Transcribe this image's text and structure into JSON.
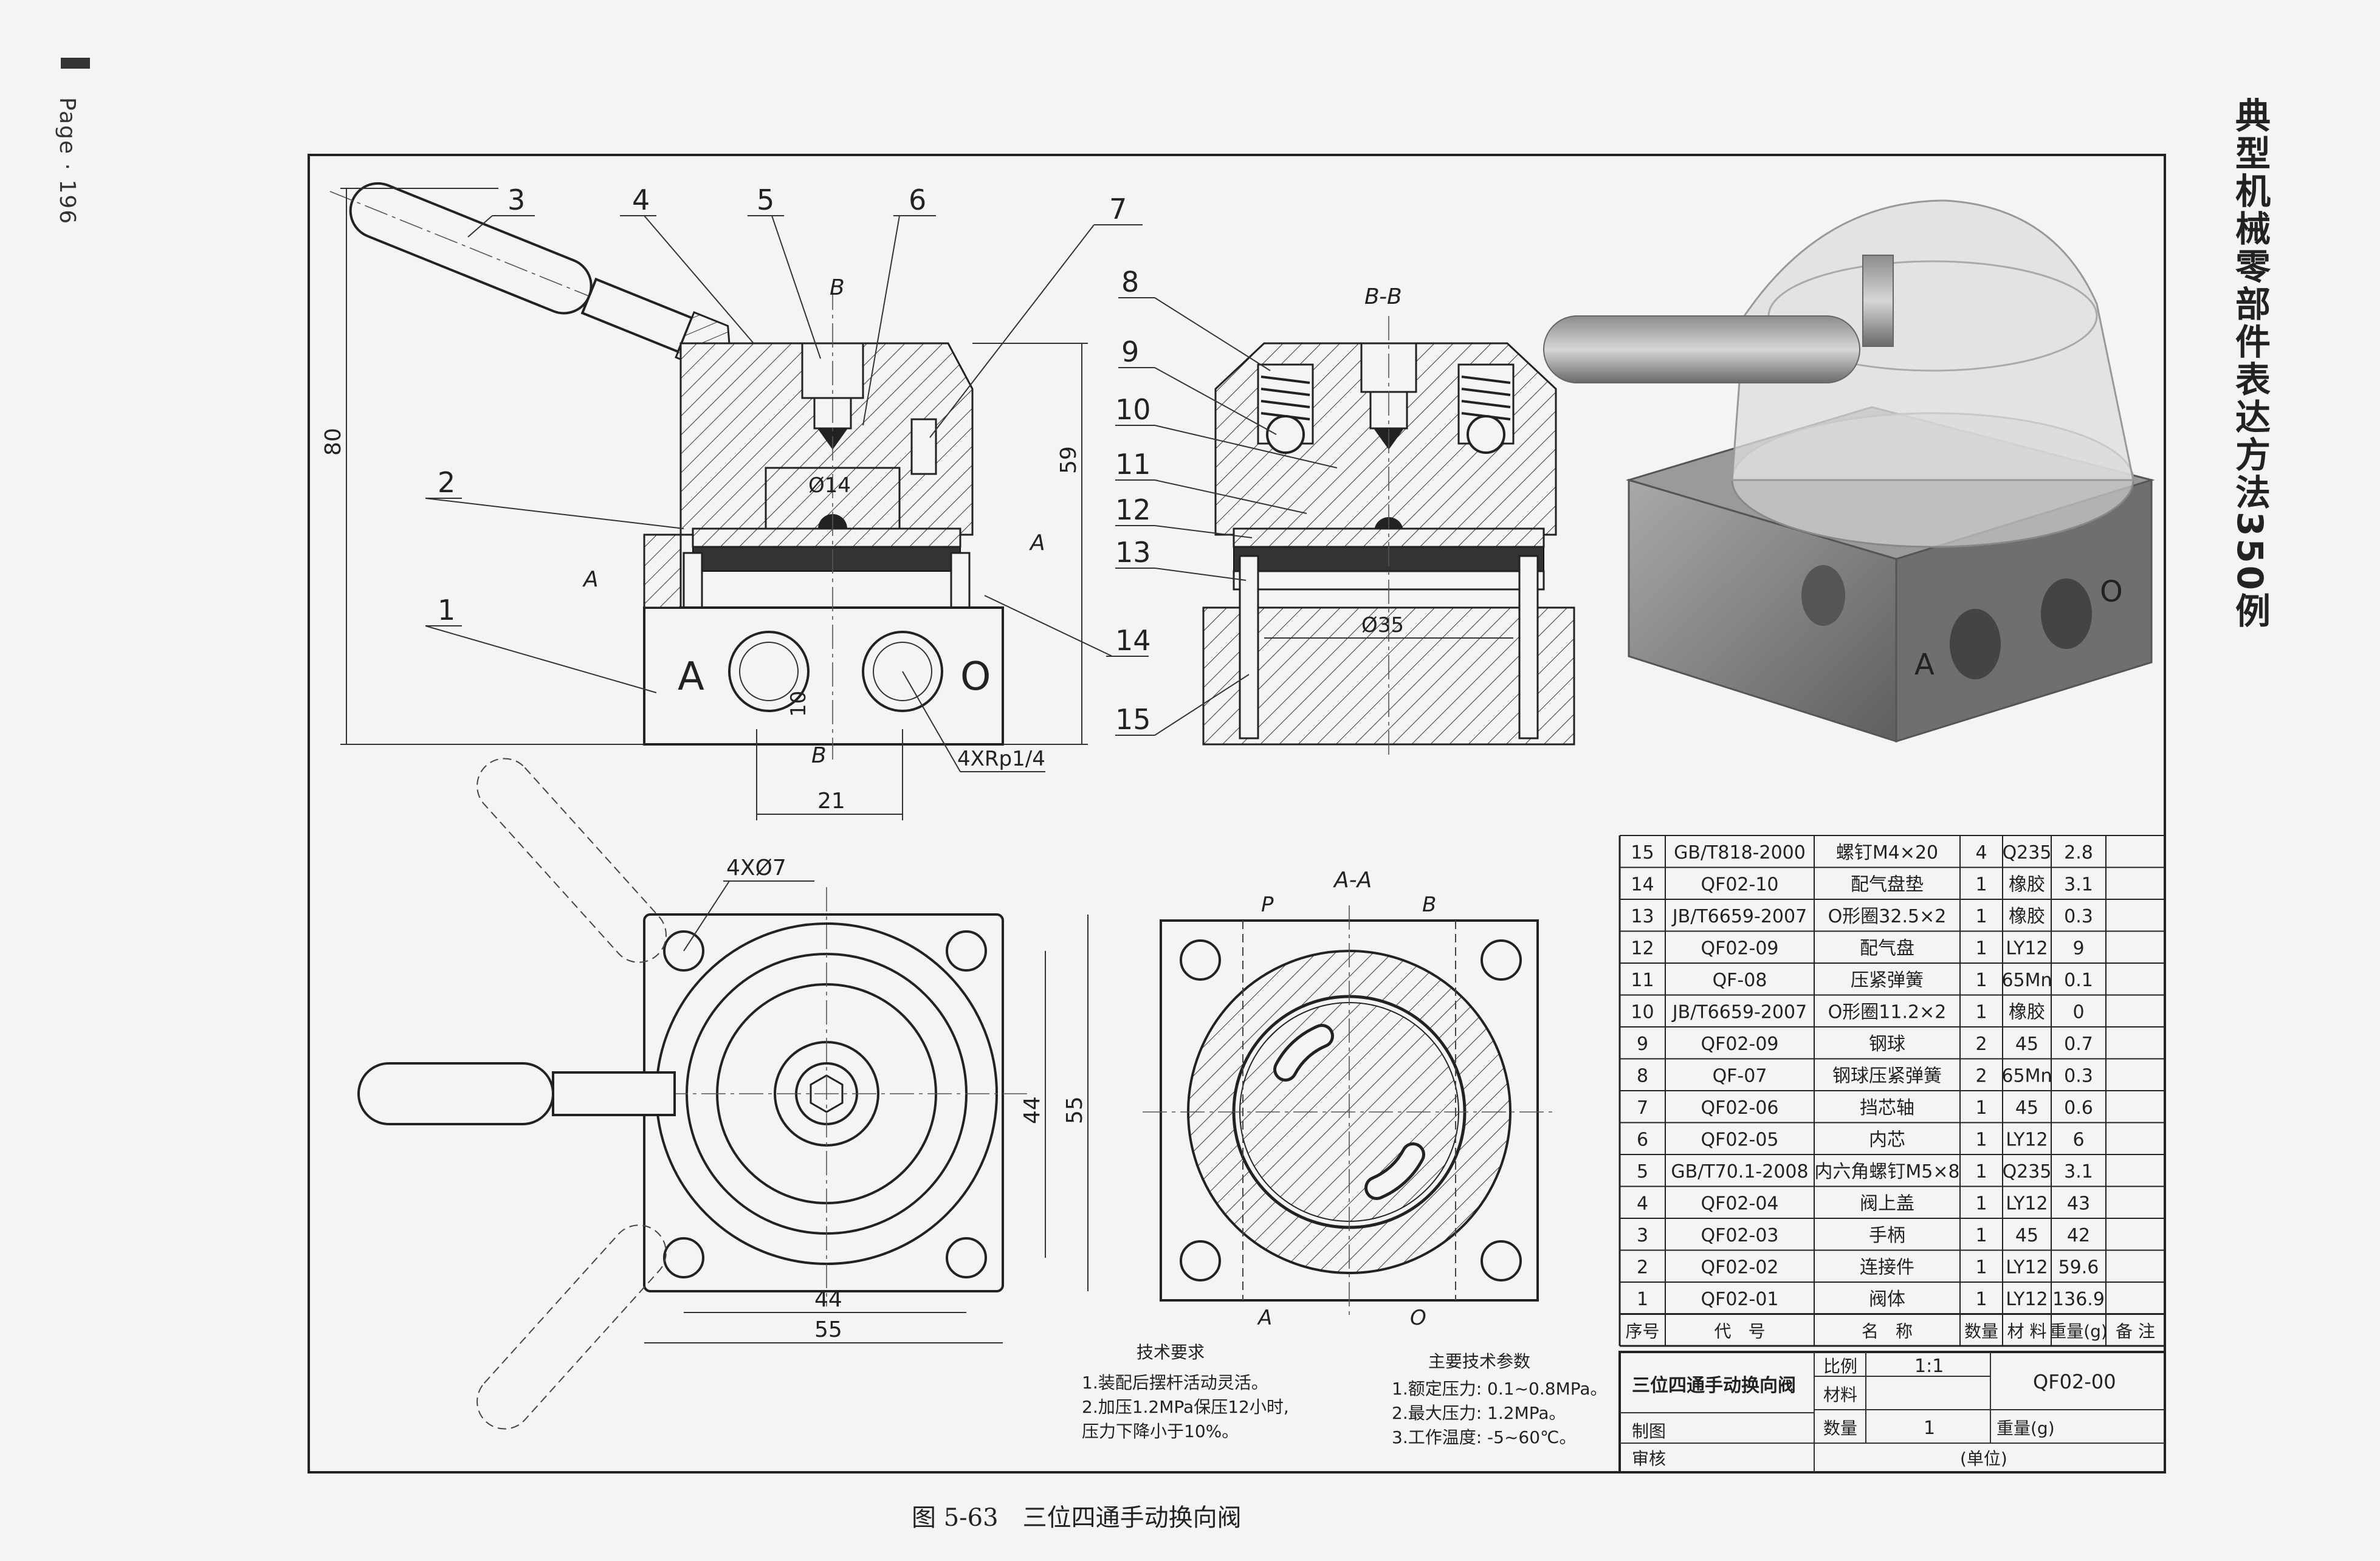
{
  "page": {
    "label": "Page · 196"
  },
  "book_title": "典型机械零部件表达方法350例",
  "figure_caption": "图 5-63　三位四通手动换向阀",
  "views": {
    "front": {
      "callouts": [
        "1",
        "2",
        "3",
        "4",
        "5",
        "6",
        "7"
      ],
      "section_mark": "B",
      "section_mark_a": "A",
      "port_a": "A",
      "port_o": "O",
      "dim_overall_height": "80",
      "dim_body_height": "59",
      "dim_bore": "Ø14",
      "dim_port_offset": "10",
      "dim_port_spacing": "21",
      "thread_note": "4XRp1/4"
    },
    "section_bb": {
      "title": "B-B",
      "callouts": [
        "8",
        "9",
        "10",
        "11",
        "12",
        "13",
        "14",
        "15"
      ],
      "dim_bore": "Ø35"
    },
    "top": {
      "hole_note": "4XØ7",
      "dim_44_h": "44",
      "dim_55_h": "55",
      "dim_44_v": "44",
      "dim_55_v": "55"
    },
    "section_aa": {
      "title": "A-A",
      "port_p": "P",
      "port_b": "B",
      "port_a": "A",
      "port_o": "O"
    }
  },
  "iso_view": {
    "port_label_a": "A",
    "port_label_o": "O"
  },
  "tech_requirements": {
    "title": "技术要求",
    "lines": [
      "1.装配后摆杆活动灵活。",
      "2.加压1.2MPa保压12小时,",
      "   压力下降小于10%。"
    ]
  },
  "tech_params": {
    "title": "主要技术参数",
    "lines": [
      "1.额定压力: 0.1~0.8MPa。",
      "2.最大压力: 1.2MPa。",
      "3.工作温度: -5~60℃。"
    ]
  },
  "bom": {
    "headers": [
      "序号",
      "代　号",
      "名　称",
      "数量",
      "材 料",
      "重量(g)",
      "备 注"
    ],
    "rows": [
      [
        "15",
        "GB/T818-2000",
        "螺钉M4×20",
        "4",
        "Q235",
        "2.8",
        ""
      ],
      [
        "14",
        "QF02-10",
        "配气盘垫",
        "1",
        "橡胶",
        "3.1",
        ""
      ],
      [
        "13",
        "JB/T6659-2007",
        "O形圈32.5×2",
        "1",
        "橡胶",
        "0.3",
        ""
      ],
      [
        "12",
        "QF02-09",
        "配气盘",
        "1",
        "LY12",
        "9",
        ""
      ],
      [
        "11",
        "QF-08",
        "压紧弹簧",
        "1",
        "65Mn",
        "0.1",
        ""
      ],
      [
        "10",
        "JB/T6659-2007",
        "O形圈11.2×2",
        "1",
        "橡胶",
        "0",
        ""
      ],
      [
        "9",
        "QF02-09",
        "钢球",
        "2",
        "45",
        "0.7",
        ""
      ],
      [
        "8",
        "QF-07",
        "钢球压紧弹簧",
        "2",
        "65Mn",
        "0.3",
        ""
      ],
      [
        "7",
        "QF02-06",
        "挡芯轴",
        "1",
        "45",
        "0.6",
        ""
      ],
      [
        "6",
        "QF02-05",
        "内芯",
        "1",
        "LY12",
        "6",
        ""
      ],
      [
        "5",
        "GB/T70.1-2008",
        "内六角螺钉M5×8",
        "1",
        "Q235",
        "3.1",
        ""
      ],
      [
        "4",
        "QF02-04",
        "阀上盖",
        "1",
        "LY12",
        "43",
        ""
      ],
      [
        "3",
        "QF02-03",
        "手柄",
        "1",
        "45",
        "42",
        ""
      ],
      [
        "2",
        "QF02-02",
        "连接件",
        "1",
        "LY12",
        "59.6",
        ""
      ],
      [
        "1",
        "QF02-01",
        "阀体",
        "1",
        "LY12",
        "136.9",
        ""
      ]
    ]
  },
  "title_block": {
    "name": "三位四通手动换向阀",
    "scale_label": "比例",
    "scale_value": "1:1",
    "material_label": "材料",
    "quantity_label": "数量",
    "quantity_value": "1",
    "weight_label": "重量(g)",
    "drawing_no": "QF02-00",
    "drawn_label": "制图",
    "checked_label": "审核",
    "unit_label": "(单位)"
  }
}
